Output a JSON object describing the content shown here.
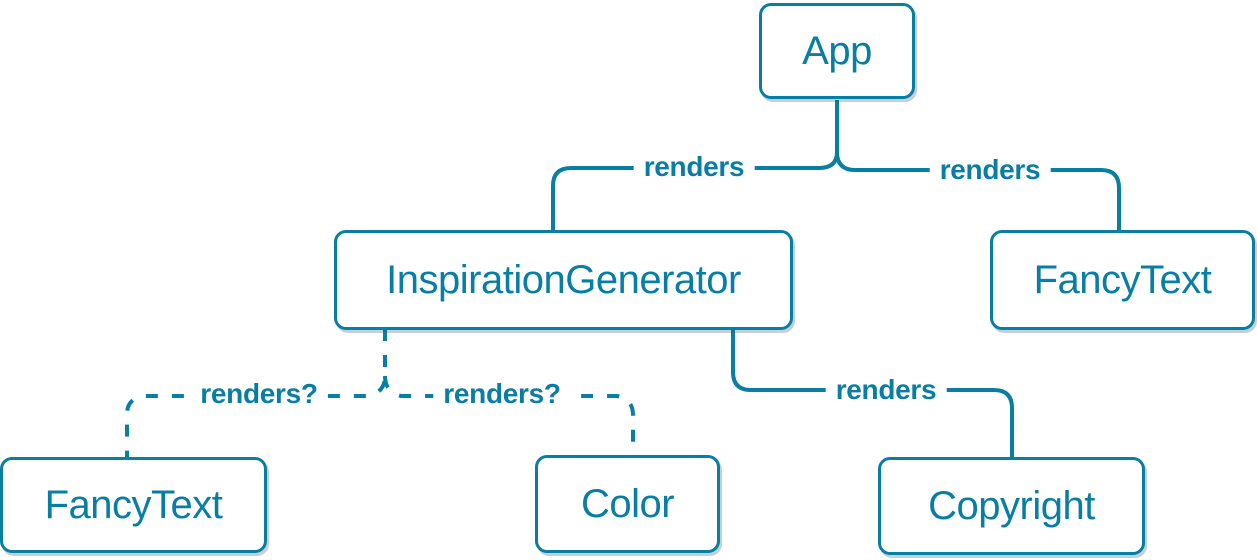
{
  "diagram": {
    "description": "React component render tree",
    "colors": {
      "accent": "#087EA4",
      "node_background": "#FFFFFF",
      "page_background": "#FFFFFF"
    },
    "nodes": [
      {
        "id": "app",
        "label": "App"
      },
      {
        "id": "inspiration-generator",
        "label": "InspirationGenerator"
      },
      {
        "id": "fancy-text-top",
        "label": "FancyText"
      },
      {
        "id": "fancy-text-bottom",
        "label": "FancyText"
      },
      {
        "id": "color",
        "label": "Color"
      },
      {
        "id": "copyright",
        "label": "Copyright"
      }
    ],
    "edges": [
      {
        "from": "App",
        "to": "InspirationGenerator",
        "label": "renders",
        "style": "solid"
      },
      {
        "from": "App",
        "to": "FancyText",
        "label": "renders",
        "style": "solid"
      },
      {
        "from": "InspirationGenerator",
        "to": "FancyText",
        "label": "renders?",
        "style": "dashed"
      },
      {
        "from": "InspirationGenerator",
        "to": "Color",
        "label": "renders?",
        "style": "dashed"
      },
      {
        "from": "InspirationGenerator",
        "to": "Copyright",
        "label": "renders",
        "style": "solid"
      }
    ]
  }
}
